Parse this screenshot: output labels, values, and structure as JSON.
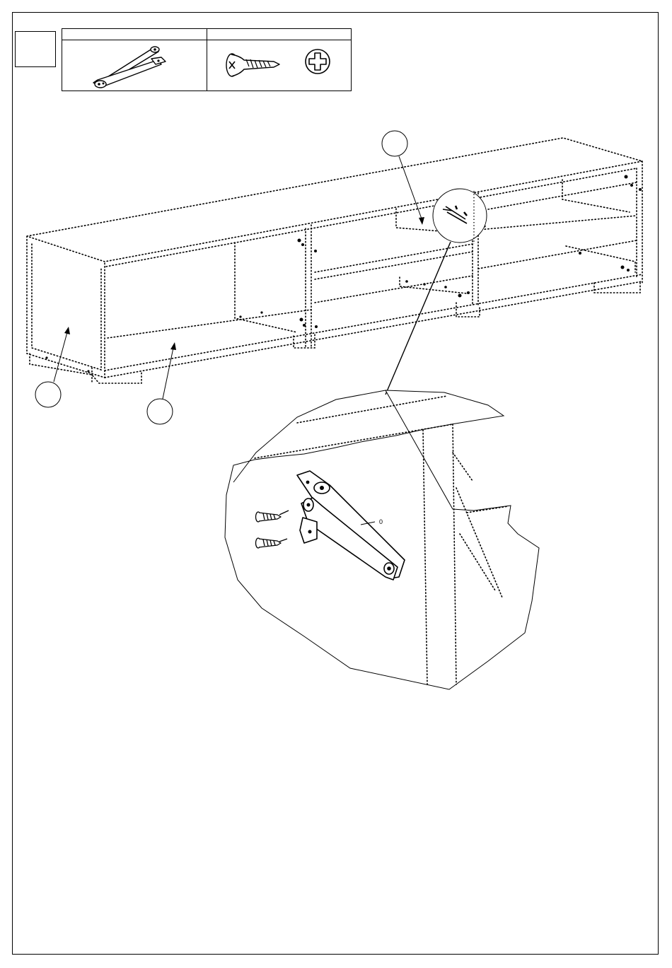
{
  "step": {
    "number": ""
  },
  "parts": {
    "hardware_1": {
      "header": ""
    },
    "hardware_2": {
      "header": ""
    }
  },
  "callouts": [
    {
      "id": "callout-top",
      "label": ""
    },
    {
      "id": "callout-left",
      "label": ""
    },
    {
      "id": "callout-center",
      "label": ""
    }
  ],
  "detail": {
    "hinge_mark": "0"
  },
  "colors": {
    "ink": "#000000",
    "paper": "#ffffff"
  },
  "icons": [
    "stay-hinge-icon",
    "wood-screw-icon",
    "phillips-screwdriver-icon"
  ]
}
